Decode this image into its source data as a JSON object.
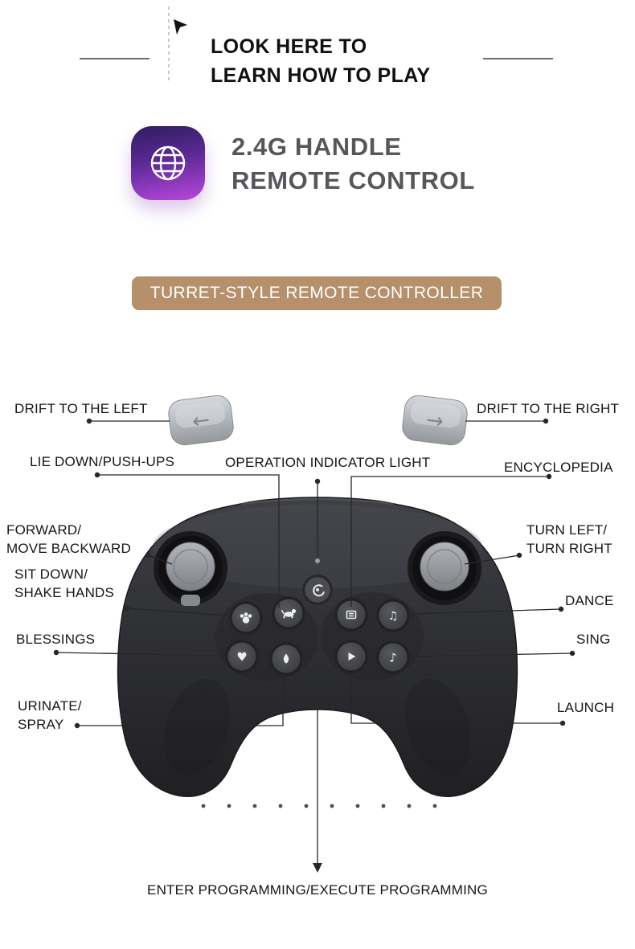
{
  "page": {
    "background": "#ffffff"
  },
  "header": {
    "title_line1": "LOOK HERE TO",
    "title_line2": "LEARN HOW TO PLAY"
  },
  "product": {
    "name_line1": "2.4G HANDLE",
    "name_line2": "REMOTE CONTROL",
    "icon": "globe-icon",
    "icon_gradient_top": "#2e1d5e",
    "icon_gradient_bottom": "#bb46dd"
  },
  "banner": {
    "label": "TURRET-STYLE REMOTE CONTROLLER",
    "background": "#b5906b",
    "text_color": "#ffffff"
  },
  "callouts": {
    "drift_left": "DRIFT TO THE LEFT",
    "drift_right": "DRIFT TO THE RIGHT",
    "lie_down": "LIE DOWN/PUSH-UPS",
    "operation_indicator": "OPERATION INDICATOR LIGHT",
    "encyclopedia": "ENCYCLOPEDIA",
    "forward": "FORWARD/\nMOVE BACKWARD",
    "turn": "TURN LEFT/\nTURN RIGHT",
    "sit": "SIT DOWN/\nSHAKE HANDS",
    "dance": "DANCE",
    "blessings": "BLESSINGS",
    "sing": "SING",
    "urinate": "URINATE/\nSPRAY",
    "launch": "LAUNCH",
    "programming": "ENTER PROGRAMMING/EXECUTE PROGRAMMING"
  },
  "controller": {
    "body_color": "#2b2c30",
    "stick_color": "#9ea1a5",
    "shoulder_left_glyph": "←",
    "shoulder_right_glyph": "→",
    "button_icons": {
      "blessings_glyph": "♥",
      "dance_glyph": "♫",
      "sing_glyph": "♪"
    }
  }
}
